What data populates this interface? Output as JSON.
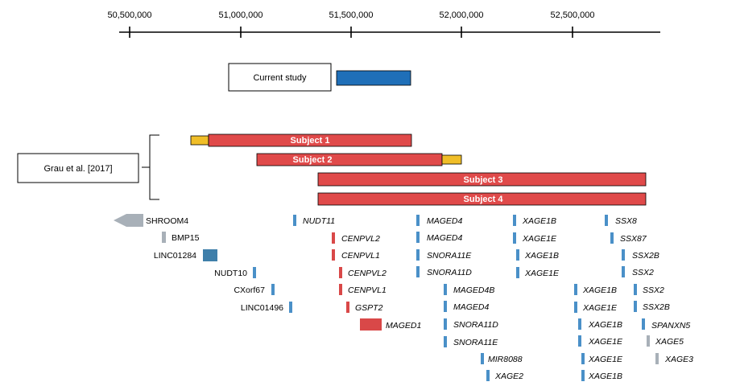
{
  "axis": {
    "tick_labels": [
      "50,500,000",
      "51,000,000",
      "51,500,000",
      "52,000,000",
      "52,500,000"
    ]
  },
  "current_study": {
    "label": "Current study",
    "color": "#1F6FB8"
  },
  "grau": {
    "label": "Grau et al. [2017]"
  },
  "colors": {
    "subject_bar": "#E04A4A",
    "subject_ext": "#F0BE28",
    "gene_blue": "#4A90C8",
    "gene_red": "#D94848",
    "gene_gray": "#A8B0B8",
    "gene_teal": "#3F7FAA"
  },
  "subjects": [
    {
      "label": "Subject 1",
      "ext": "left"
    },
    {
      "label": "Subject 2",
      "ext": "right"
    },
    {
      "label": "Subject 3",
      "ext": "none"
    },
    {
      "label": "Subject 4",
      "ext": "none"
    }
  ],
  "genes": [
    {
      "name": "SHROOM4",
      "italic": false,
      "color": "gray",
      "shape": "arrow"
    },
    {
      "name": "BMP15",
      "italic": false,
      "color": "gray",
      "shape": "bar"
    },
    {
      "name": "LINC01284",
      "italic": false,
      "color": "teal",
      "shape": "block"
    },
    {
      "name": "NUDT10",
      "italic": false,
      "color": "blue",
      "shape": "bar"
    },
    {
      "name": "CXorf67",
      "italic": false,
      "color": "blue",
      "shape": "bar"
    },
    {
      "name": "LINC01496",
      "italic": false,
      "color": "blue",
      "shape": "bar"
    },
    {
      "name": "NUDT11",
      "italic": true,
      "color": "blue",
      "shape": "bar"
    },
    {
      "name": "CENPVL2",
      "italic": true,
      "color": "red",
      "shape": "bar"
    },
    {
      "name": "CENPVL1",
      "italic": true,
      "color": "red",
      "shape": "bar"
    },
    {
      "name": "CENPVL2",
      "italic": true,
      "color": "red",
      "shape": "bar"
    },
    {
      "name": "CENPVL1",
      "italic": true,
      "color": "red",
      "shape": "bar"
    },
    {
      "name": "GSPT2",
      "italic": true,
      "color": "red",
      "shape": "bar"
    },
    {
      "name": "MAGED1",
      "italic": true,
      "color": "red",
      "shape": "block"
    },
    {
      "name": "MAGED4",
      "italic": true,
      "color": "blue",
      "shape": "bar"
    },
    {
      "name": "MAGED4",
      "italic": true,
      "color": "blue",
      "shape": "bar"
    },
    {
      "name": "SNORA11E",
      "italic": true,
      "color": "blue",
      "shape": "bar"
    },
    {
      "name": "SNORA11D",
      "italic": true,
      "color": "blue",
      "shape": "bar"
    },
    {
      "name": "MAGED4B",
      "italic": true,
      "color": "blue",
      "shape": "bar"
    },
    {
      "name": "MAGED4",
      "italic": true,
      "color": "blue",
      "shape": "bar"
    },
    {
      "name": "SNORA11D",
      "italic": true,
      "color": "blue",
      "shape": "bar"
    },
    {
      "name": "SNORA11E",
      "italic": true,
      "color": "blue",
      "shape": "bar"
    },
    {
      "name": "MIR8088",
      "italic": true,
      "color": "blue",
      "shape": "bar"
    },
    {
      "name": "XAGE2",
      "italic": true,
      "color": "blue",
      "shape": "bar"
    },
    {
      "name": "XAGE1B",
      "italic": true,
      "color": "blue",
      "shape": "bar"
    },
    {
      "name": "XAGE1E",
      "italic": true,
      "color": "blue",
      "shape": "bar"
    },
    {
      "name": "XAGE1B",
      "italic": true,
      "color": "blue",
      "shape": "bar"
    },
    {
      "name": "XAGE1E",
      "italic": true,
      "color": "blue",
      "shape": "bar"
    },
    {
      "name": "XAGE1B",
      "italic": true,
      "color": "blue",
      "shape": "bar"
    },
    {
      "name": "XAGE1E",
      "italic": true,
      "color": "blue",
      "shape": "bar"
    },
    {
      "name": "XAGE1B",
      "italic": true,
      "color": "blue",
      "shape": "bar"
    },
    {
      "name": "XAGE1E",
      "italic": true,
      "color": "blue",
      "shape": "bar"
    },
    {
      "name": "XAGE1E",
      "italic": true,
      "color": "blue",
      "shape": "bar"
    },
    {
      "name": "XAGE1B",
      "italic": true,
      "color": "blue",
      "shape": "bar"
    },
    {
      "name": "SSX8",
      "italic": true,
      "color": "blue",
      "shape": "bar"
    },
    {
      "name": "SSX87",
      "italic": true,
      "color": "blue",
      "shape": "bar"
    },
    {
      "name": "SSX2B",
      "italic": true,
      "color": "blue",
      "shape": "bar"
    },
    {
      "name": "SSX2",
      "italic": true,
      "color": "blue",
      "shape": "bar"
    },
    {
      "name": "SSX2",
      "italic": true,
      "color": "blue",
      "shape": "bar"
    },
    {
      "name": "SSX2B",
      "italic": true,
      "color": "blue",
      "shape": "bar"
    },
    {
      "name": "SPANXN5",
      "italic": true,
      "color": "blue",
      "shape": "bar"
    },
    {
      "name": "XAGE5",
      "italic": true,
      "color": "gray",
      "shape": "bar"
    },
    {
      "name": "XAGE3",
      "italic": true,
      "color": "gray",
      "shape": "bar"
    }
  ]
}
